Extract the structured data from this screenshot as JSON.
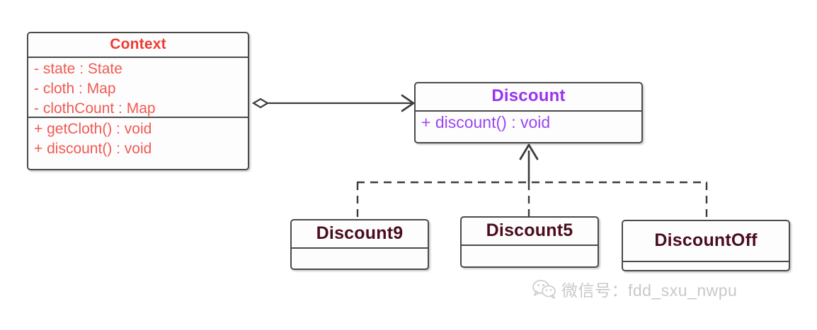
{
  "diagram": {
    "type": "uml-class-diagram",
    "title": "Strategy pattern discount class diagram",
    "colors": {
      "context_text": "#ee3b33",
      "discount_text": "#9933ee",
      "subclass_text": "#4a0d1e",
      "border": "#4a4a4a",
      "connector": "#3c3c3c",
      "watermark": "#8d8d8d",
      "background": "#ffffff"
    },
    "classes": [
      {
        "id": "context",
        "name": "Context",
        "attributes": [
          "- state : State",
          "- cloth : Map",
          "- clothCount : Map"
        ],
        "operations": [
          "+ getCloth() : void",
          "+ discount() : void"
        ]
      },
      {
        "id": "discount",
        "name": "Discount",
        "attributes": [],
        "operations": [
          "+ discount() : void"
        ]
      },
      {
        "id": "discount9",
        "name": "Discount9",
        "attributes": [],
        "operations": []
      },
      {
        "id": "discount5",
        "name": "Discount5",
        "attributes": [],
        "operations": []
      },
      {
        "id": "discountoff",
        "name": "DiscountOff",
        "attributes": [],
        "operations": []
      }
    ],
    "relationships": [
      {
        "id": "context-discount",
        "kind": "aggregation",
        "source": "context",
        "target": "discount",
        "source_decoration": "hollow-diamond",
        "target_decoration": "open-arrow",
        "line": "solid"
      },
      {
        "id": "discount9-discount",
        "kind": "realization",
        "source": "discount9",
        "target": "discount",
        "line": "dashed"
      },
      {
        "id": "discount5-discount",
        "kind": "realization",
        "source": "discount5",
        "target": "discount",
        "line": "dashed"
      },
      {
        "id": "discountoff-discount",
        "kind": "realization",
        "source": "discountoff",
        "target": "discount",
        "line": "dashed"
      }
    ]
  },
  "watermark": {
    "icon": "wechat-icon",
    "text": "微信号：fdd_sxu_nwpu"
  }
}
